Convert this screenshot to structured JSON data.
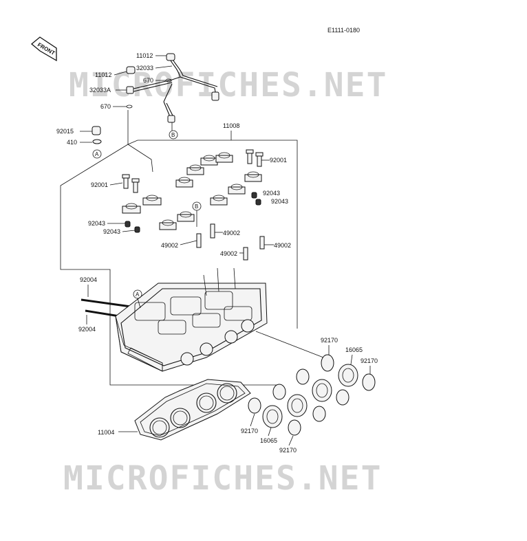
{
  "figure_code": "E1111-0180",
  "front_label": "FRONT",
  "watermark": "MICROFICHES.NET",
  "callouts": {
    "A": "A",
    "B": "B"
  },
  "labels": {
    "p11012_top": "11012",
    "p32033": "32033",
    "p11012_mid": "11012",
    "p670_top": "670",
    "p32033A": "32033A",
    "p670_left": "670",
    "p11008": "11008",
    "p92015": "92015",
    "p410": "410",
    "p92001_right": "92001",
    "p92001_left": "92001",
    "p92043_r1": "92043",
    "p92043_r2": "92043",
    "p92043_l1": "92043",
    "p92043_l2": "92043",
    "p49002_a": "49002",
    "p49002_b": "49002",
    "p49002_c": "49002",
    "p49002_d": "49002",
    "p92004_top": "92004",
    "p92004_bot": "92004",
    "p92170_a": "92170",
    "p16065_a": "16065",
    "p92170_b": "92170",
    "p11004": "11004",
    "p92170_c": "92170",
    "p16065_b": "16065",
    "p92170_d": "92170"
  }
}
